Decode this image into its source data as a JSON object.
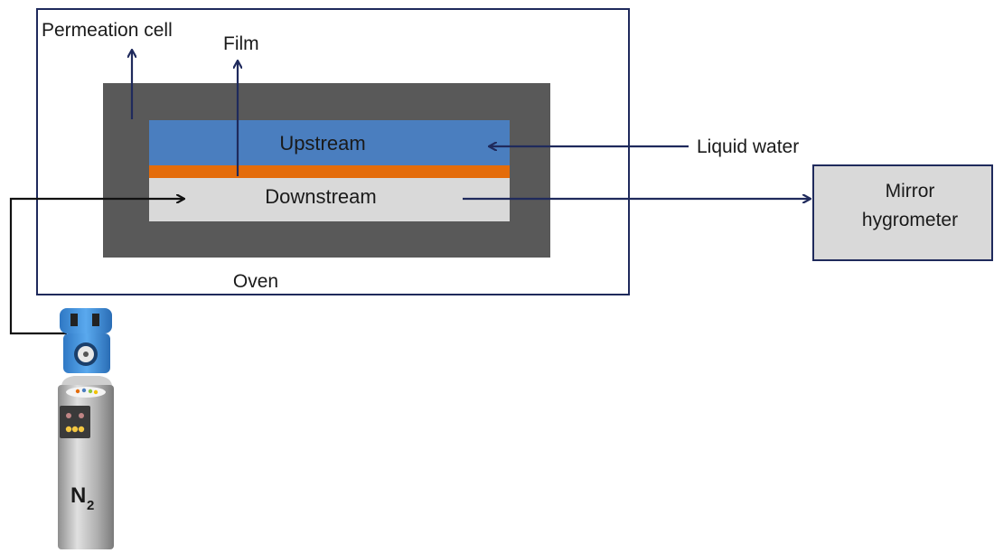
{
  "labels": {
    "permeation_cell": "Permeation cell",
    "film": "Film",
    "upstream": "Upstream",
    "downstream": "Downstream",
    "liquid_water": "Liquid water",
    "mirror_line1": "Mirror",
    "mirror_line2": "hygrometer",
    "oven": "Oven",
    "n2_main": "N",
    "n2_sub": "2"
  },
  "colors": {
    "oven_border": "#1f2a5c",
    "cell_body": "#595959",
    "upstream": "#4a7ebf",
    "film": "#e46c0a",
    "downstream": "#d9d9d9",
    "arrow": "#1f2a5c",
    "hygrometer_fill": "#d9d9d9",
    "cylinder_head": "#3f8fd8",
    "cylinder_body": "#b8b8b8"
  },
  "icons": [
    "nitrogen-cylinder-icon"
  ]
}
